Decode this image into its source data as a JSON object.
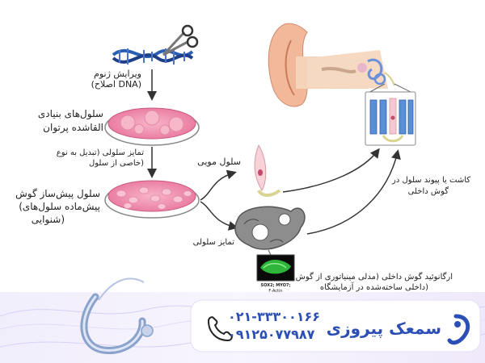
{
  "diagram": {
    "dna": {
      "line1": "ویرایش ژنوم",
      "line2": "(اصلاح DNA)"
    },
    "stem_cells": {
      "line1": "سلول‌های بنیادی",
      "line2": "القاشده پرتوان"
    },
    "differentiation_1": {
      "line1": "تمایز سلولی (تبدیل به نوع",
      "line2": "خاصی از سلول)"
    },
    "progenitor": {
      "line1": "سلول پیش‌ساز گوش",
      "line2": "(پیش‌ماده سلول‌های",
      "line3": "شنوایی)"
    },
    "hair_cell": "سلول مویی",
    "differentiation_2": "تمایز سلولی",
    "transplant": {
      "line1": "کاشت یا پیوند سلول در",
      "line2": "گوش داخلی"
    },
    "organoid": {
      "line1": "ارگانوئید گوش داخلی (مدلی مینیاتوری از گوش",
      "line2": "داخلی ساخته‌شده در آزمایشگاه)"
    },
    "stain": {
      "line1": "SOX2; MYO7;",
      "line2": "F-Actin"
    }
  },
  "banner": {
    "phone_1": "۰۲۱-۳۳۳۰۰۱۶۶",
    "phone_2": "۰۹۱۲۵۰۷۷۹۸۷",
    "brand": "سمعک پیروزی"
  },
  "colors": {
    "brand_blue": "#2b4fb5",
    "dish_pink": "#e8739b",
    "cell_blue": "#5a8fd8"
  }
}
